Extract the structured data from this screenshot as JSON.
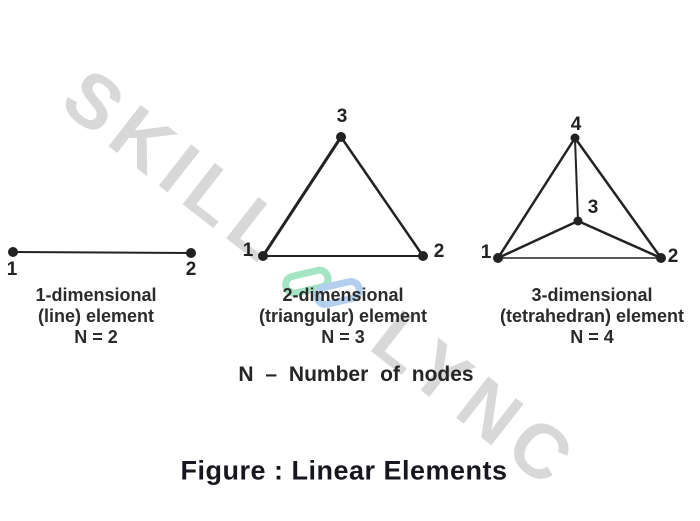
{
  "watermark": {
    "text_left": "SKILL",
    "text_right": "LYNC"
  },
  "elements": [
    {
      "name": "line-element",
      "caption": [
        "1-dimensional",
        "(line) element",
        "N = 2"
      ],
      "node_labels": [
        "1",
        "2"
      ]
    },
    {
      "name": "triangular-element",
      "caption": [
        "2-dimensional",
        "(triangular) element",
        "N = 3"
      ],
      "node_labels": [
        "1",
        "2",
        "3"
      ]
    },
    {
      "name": "tetrahedron-element",
      "caption": [
        "3-dimensional",
        "(tetrahedran) element",
        "N = 4"
      ],
      "node_labels": [
        "1",
        "2",
        "3",
        "4"
      ]
    }
  ],
  "figure": {
    "legend": "N – Number of nodes",
    "caption": "Figure : Linear Elements"
  },
  "colors": {
    "watermark_gray": "#d8d8d8",
    "link_green": "#a3e4c2",
    "link_blue": "#b2cfee",
    "ink": "#222222",
    "caption_ink": "#17171f"
  }
}
